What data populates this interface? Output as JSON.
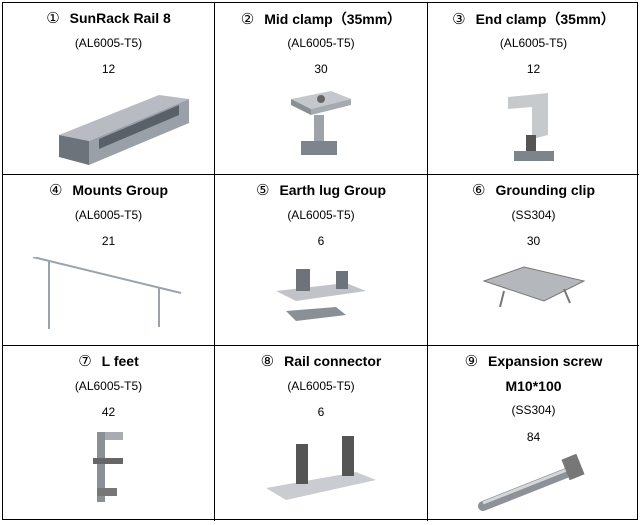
{
  "items": [
    {
      "num": "①",
      "name": "SunRack Rail 8",
      "material": "(AL6005-T5)",
      "qty": "12"
    },
    {
      "num": "②",
      "name": "Mid clamp（35mm）",
      "material": "(AL6005-T5)",
      "qty": "30"
    },
    {
      "num": "③",
      "name": "End clamp（35mm）",
      "material": "(AL6005-T5)",
      "qty": "12"
    },
    {
      "num": "④",
      "name": "Mounts Group",
      "material": "(AL6005-T5)",
      "qty": "21"
    },
    {
      "num": "⑤",
      "name": "Earth lug Group",
      "material": "(AL6005-T5)",
      "qty": "6"
    },
    {
      "num": "⑥",
      "name": "Grounding clip",
      "material": "(SS304)",
      "qty": "30"
    },
    {
      "num": "⑦",
      "name": "L feet",
      "material": "(AL6005-T5)",
      "qty": "42"
    },
    {
      "num": "⑧",
      "name": "Rail connector",
      "material": "(AL6005-T5)",
      "qty": "6"
    },
    {
      "num": "⑨",
      "name": "Expansion screw",
      "spec": "M10*100",
      "material": "(SS304)",
      "qty": "84"
    }
  ]
}
